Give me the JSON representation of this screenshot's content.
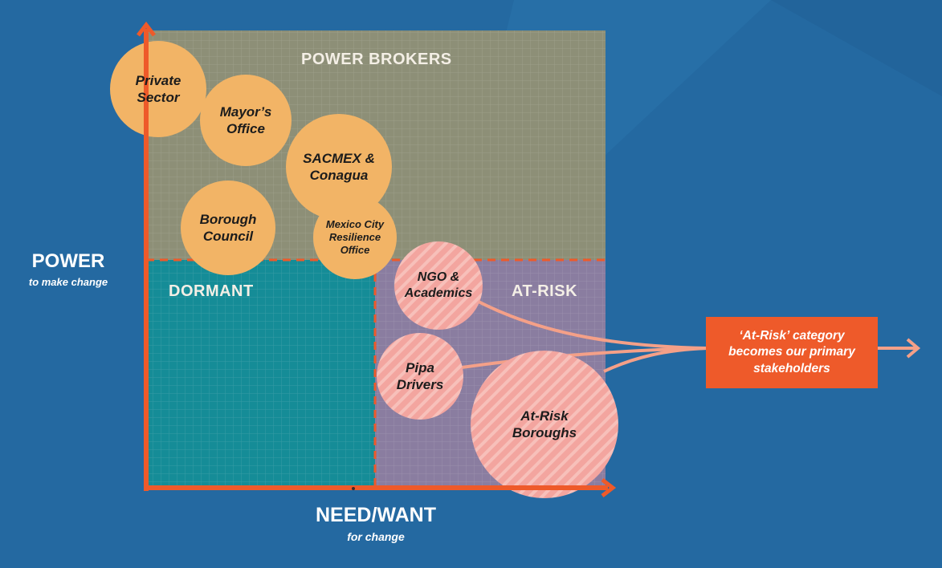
{
  "axes": {
    "y_title": "POWER",
    "y_subtitle": "to make change",
    "x_title": "NEED/WANT",
    "x_subtitle": "for change"
  },
  "quadrants": {
    "top": "POWER BROKERS",
    "bottom_left": "DORMANT",
    "bottom_right": "AT-RISK"
  },
  "stakeholders": [
    {
      "id": "private-sector",
      "label": "Private\nSector",
      "group": "power-brokers"
    },
    {
      "id": "mayors-office",
      "label": "Mayor’s\nOffice",
      "group": "power-brokers"
    },
    {
      "id": "sacmex-conagua",
      "label": "SACMEX &\nConagua",
      "group": "power-brokers"
    },
    {
      "id": "borough-council",
      "label": "Borough\nCouncil",
      "group": "power-brokers"
    },
    {
      "id": "resilience-office",
      "label": "Mexico City\nResilience\nOffice",
      "group": "power-brokers"
    },
    {
      "id": "ngo-academics",
      "label": "NGO &\nAcademics",
      "group": "at-risk"
    },
    {
      "id": "pipa-drivers",
      "label": "Pipa\nDrivers",
      "group": "at-risk"
    },
    {
      "id": "at-risk-boroughs",
      "label": "At-Risk\nBoroughs",
      "group": "at-risk"
    }
  ],
  "callout": {
    "text": "‘At-Risk’ category\nbecomes our primary\nstakeholders"
  },
  "colors": {
    "background": "#2469a1",
    "power_brokers_fill": "#8d8f77",
    "dormant_fill": "#158c97",
    "at_risk_fill": "#8a7da0",
    "orange_bubble": "#f2b466",
    "pink_bubble": "#f3a59f",
    "axis": "#ee5a2a",
    "callout": "#ee5a2a",
    "flow_lines": "#f4a088"
  }
}
